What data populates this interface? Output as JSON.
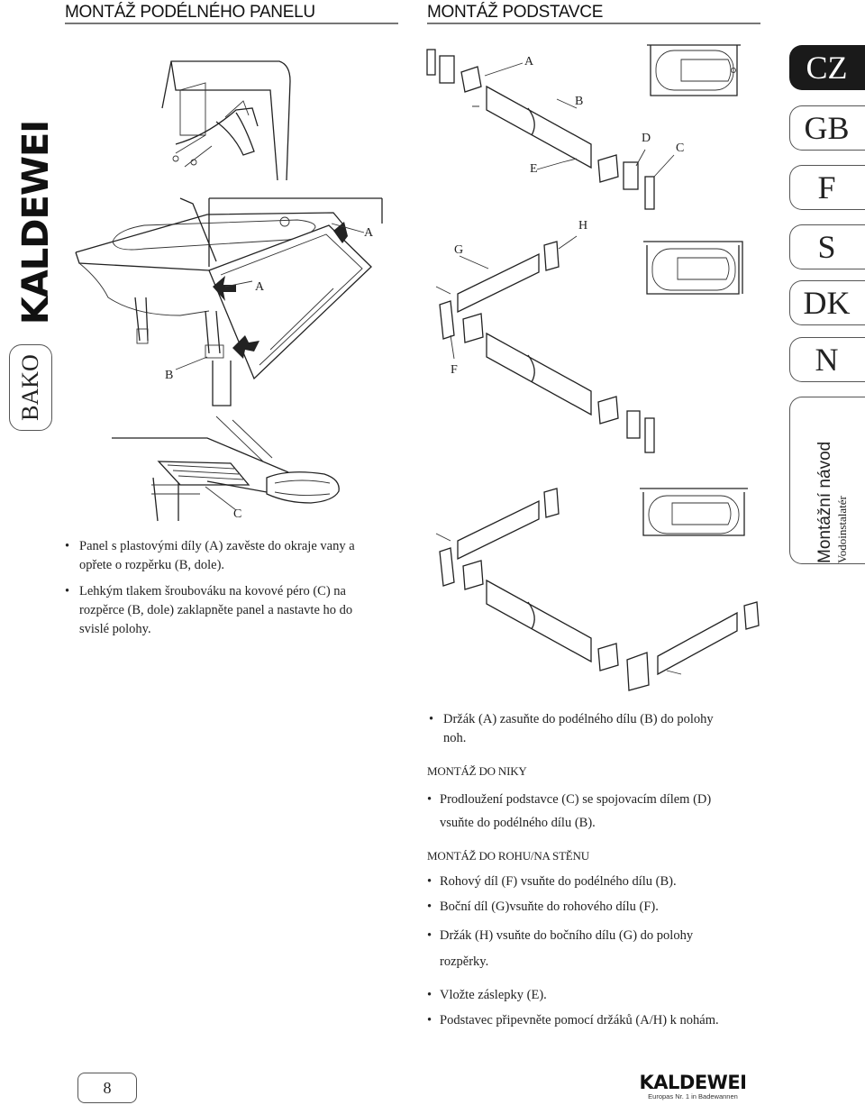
{
  "header": {
    "left_title": "MONTÁŽ PODÉLNÉHO PANELU",
    "right_title": "MONTÁŽ PODSTAVCE"
  },
  "sidebar_left": {
    "brand": "KALDEWEI",
    "product": "BAKO"
  },
  "language_tabs": [
    {
      "label": "CZ",
      "active": true
    },
    {
      "label": "GB",
      "active": false
    },
    {
      "label": "F",
      "active": false
    },
    {
      "label": "S",
      "active": false
    },
    {
      "label": "DK",
      "active": false
    },
    {
      "label": "N",
      "active": false
    }
  ],
  "side_tab": {
    "title": "Montážní návod",
    "subtitle": "Vodoinstalatér"
  },
  "left_figure_labels": {
    "a1": "A",
    "a2": "A",
    "b": "B",
    "c": "C"
  },
  "right_figure_labels": {
    "a": "A",
    "b": "B",
    "d": "D",
    "c": "C",
    "e": "E",
    "g": "G",
    "h": "H",
    "f": "F"
  },
  "left_instructions": [
    {
      "line1": "Panel s plastovými díly (A) zavěste do okraje vany a",
      "line2": "opřete o rozpěrku (B, dole)."
    },
    {
      "line1": "Lehkým tlakem šroubováku na kovové péro (C) na",
      "line2": "rozpěrce (B, dole) zaklapněte panel a nastavte ho do",
      "line3": "svislé polohy."
    }
  ],
  "right_instructions": {
    "holder": {
      "line1": "Držák (A) zasuňte do podélného dílu (B) do polohy",
      "line2": "noh."
    },
    "niche_heading": "MONTÁŽ DO NIKY",
    "niche": {
      "line1": "Prodloužení podstavce (C) se spojovacím dílem (D)",
      "line2": "vsuňte do podélného dílu (B)."
    },
    "corner_heading": "MONTÁŽ DO ROHU/NA STĚNU",
    "corner_items": [
      "Rohový díl (F) vsuňte do podélného dílu (B).",
      "Boční díl (G)vsuňte do rohového dílu (F)."
    ],
    "corner_last": {
      "line1": "Držák (H) vsuňte do bočního dílu (G) do polohy",
      "line2": "rozpěrky."
    },
    "final_items": [
      "Vložte záslepky (E).",
      "Podstavec připevněte pomocí držáků (A/H) k nohám."
    ]
  },
  "footer": {
    "page_number": "8",
    "logo": "KALDEWEI",
    "tagline": "Europas Nr. 1 in Badewannen"
  }
}
